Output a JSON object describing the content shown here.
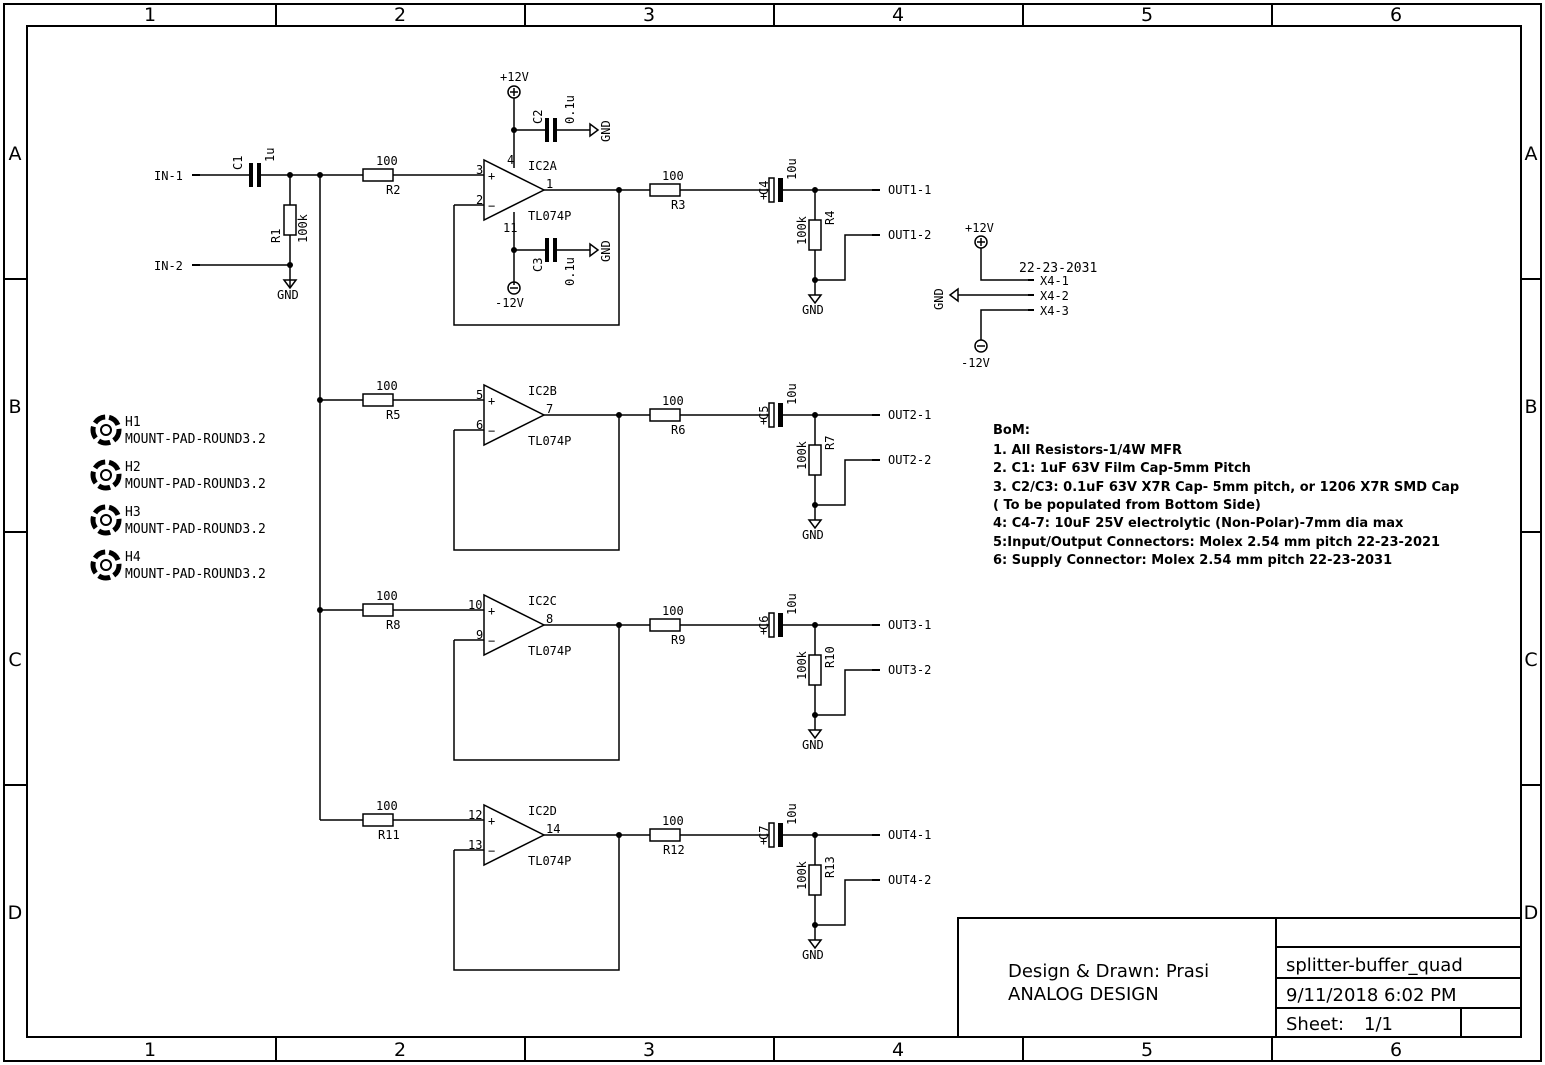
{
  "frame": {
    "columns": [
      "1",
      "2",
      "3",
      "4",
      "5",
      "6"
    ],
    "rows": [
      "A",
      "B",
      "C",
      "D"
    ]
  },
  "input": {
    "in1": "IN-1",
    "in2": "IN-2",
    "c1_name": "C1",
    "c1_value": "1u",
    "r1_name": "R1",
    "r1_value": "100k",
    "gnd": "GND"
  },
  "power": {
    "plus12": "+12V",
    "minus12": "-12V",
    "gnd": "GND",
    "c2_name": "C2",
    "c2_value": "0.1u",
    "c3_name": "C3",
    "c3_value": "0.1u",
    "pin_v_plus": "4",
    "pin_v_minus": "11"
  },
  "stages": [
    {
      "rin_name": "R2",
      "rin_value": "100",
      "opamp": "IC2A",
      "part": "TL074P",
      "pin_plus": "3",
      "pin_minus": "2",
      "pin_out": "1",
      "rout_name": "R3",
      "rout_value": "100",
      "cap_name": "C4",
      "cap_value": "10u",
      "rload_name": "R4",
      "rload_value": "100k",
      "out1": "OUT1-1",
      "out2": "OUT1-2",
      "gnd": "GND"
    },
    {
      "rin_name": "R5",
      "rin_value": "100",
      "opamp": "IC2B",
      "part": "TL074P",
      "pin_plus": "5",
      "pin_minus": "6",
      "pin_out": "7",
      "rout_name": "R6",
      "rout_value": "100",
      "cap_name": "C5",
      "cap_value": "10u",
      "rload_name": "R7",
      "rload_value": "100k",
      "out1": "OUT2-1",
      "out2": "OUT2-2",
      "gnd": "GND"
    },
    {
      "rin_name": "R8",
      "rin_value": "100",
      "opamp": "IC2C",
      "part": "TL074P",
      "pin_plus": "10",
      "pin_minus": "9",
      "pin_out": "8",
      "rout_name": "R9",
      "rout_value": "100",
      "cap_name": "C6",
      "cap_value": "10u",
      "rload_name": "R10",
      "rload_value": "100k",
      "out1": "OUT3-1",
      "out2": "OUT3-2",
      "gnd": "GND"
    },
    {
      "rin_name": "R11",
      "rin_value": "100",
      "opamp": "IC2D",
      "part": "TL074P",
      "pin_plus": "12",
      "pin_minus": "13",
      "pin_out": "14",
      "rout_name": "R12",
      "rout_value": "100",
      "cap_name": "C7",
      "cap_value": "10u",
      "rload_name": "R13",
      "rload_value": "100k",
      "out1": "OUT4-1",
      "out2": "OUT4-2",
      "gnd": "GND"
    }
  ],
  "mount_pads": [
    {
      "name": "H1",
      "part": "MOUNT-PAD-ROUND3.2"
    },
    {
      "name": "H2",
      "part": "MOUNT-PAD-ROUND3.2"
    },
    {
      "name": "H3",
      "part": "MOUNT-PAD-ROUND3.2"
    },
    {
      "name": "H4",
      "part": "MOUNT-PAD-ROUND3.2"
    }
  ],
  "connector": {
    "part": "22-23-2031",
    "plus12": "+12V",
    "minus12": "-12V",
    "gnd": "GND",
    "pins": [
      "X4-1",
      "X4-2",
      "X4-3"
    ]
  },
  "bom": {
    "title": "BoM:",
    "lines": [
      "1. All Resistors-1/4W MFR",
      "2. C1: 1uF 63V Film Cap-5mm Pitch",
      "3. C2/C3: 0.1uF 63V X7R Cap- 5mm pitch, or 1206 X7R SMD Cap",
      "( To be populated from Bottom Side)",
      "4: C4-7: 10uF 25V electrolytic (Non-Polar)-7mm dia max",
      "5:Input/Output Connectors: Molex 2.54 mm pitch 22-23-2021",
      "6: Supply Connector: Molex 2.54 mm pitch 22-23-2031"
    ]
  },
  "title_block": {
    "designer": "Design & Drawn: Prasi",
    "company": "ANALOG DESIGN",
    "name": "splitter-buffer_quad",
    "date": "9/11/2018 6:02 PM",
    "sheet_label": "Sheet:",
    "sheet_value": "1/1"
  }
}
